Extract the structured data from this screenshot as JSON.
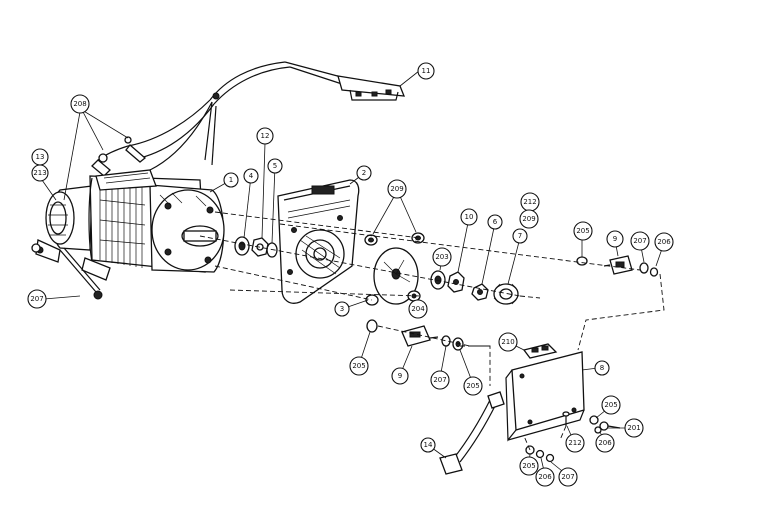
{
  "callouts": [
    {
      "id": "c11",
      "label": "11"
    },
    {
      "id": "c208",
      "label": "208"
    },
    {
      "id": "c13",
      "label": "13"
    },
    {
      "id": "c213",
      "label": "213"
    },
    {
      "id": "c1",
      "label": "1"
    },
    {
      "id": "c4",
      "label": "4"
    },
    {
      "id": "c12",
      "label": "12"
    },
    {
      "id": "c5",
      "label": "5"
    },
    {
      "id": "c2",
      "label": "2"
    },
    {
      "id": "c209a",
      "label": "209"
    },
    {
      "id": "c10",
      "label": "10"
    },
    {
      "id": "c6",
      "label": "6"
    },
    {
      "id": "c212a",
      "label": "212"
    },
    {
      "id": "c209b",
      "label": "209"
    },
    {
      "id": "c7",
      "label": "7"
    },
    {
      "id": "c205a",
      "label": "205"
    },
    {
      "id": "c9a",
      "label": "9"
    },
    {
      "id": "c207a",
      "label": "207"
    },
    {
      "id": "c206a",
      "label": "206"
    },
    {
      "id": "c203",
      "label": "203"
    },
    {
      "id": "c3",
      "label": "3"
    },
    {
      "id": "c204",
      "label": "204"
    },
    {
      "id": "c207b",
      "label": "207"
    },
    {
      "id": "c205b",
      "label": "205"
    },
    {
      "id": "c9b",
      "label": "9"
    },
    {
      "id": "c207c",
      "label": "207"
    },
    {
      "id": "c205c",
      "label": "205"
    },
    {
      "id": "c210",
      "label": "210"
    },
    {
      "id": "c8",
      "label": "8"
    },
    {
      "id": "c205d",
      "label": "205"
    },
    {
      "id": "c201",
      "label": "201"
    },
    {
      "id": "c206b",
      "label": "206"
    },
    {
      "id": "c212b",
      "label": "212"
    },
    {
      "id": "c14",
      "label": "14"
    },
    {
      "id": "c205e",
      "label": "205"
    },
    {
      "id": "c206c",
      "label": "206"
    },
    {
      "id": "c207d",
      "label": "207"
    }
  ]
}
